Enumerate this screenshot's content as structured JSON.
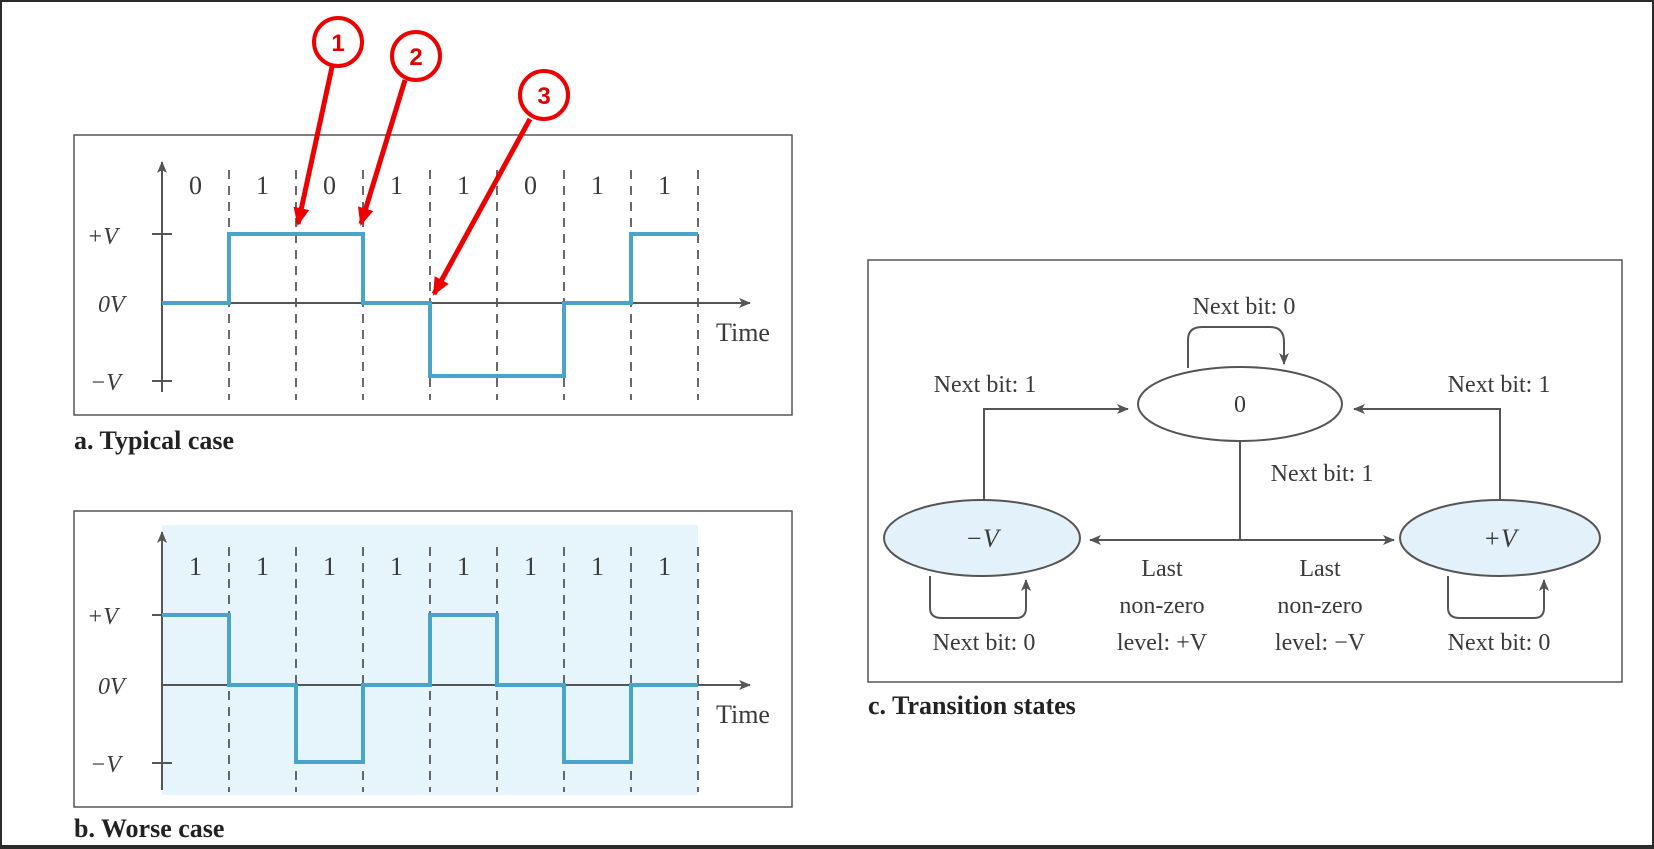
{
  "panel_a": {
    "bits": [
      "0",
      "1",
      "0",
      "1",
      "1",
      "0",
      "1",
      "1"
    ],
    "levels": [
      "0",
      "+",
      "+",
      "0",
      "-",
      "-",
      "0",
      "+"
    ],
    "caption": "a. Typical case"
  },
  "panel_b": {
    "bits": [
      "1",
      "1",
      "1",
      "1",
      "1",
      "1",
      "1",
      "1"
    ],
    "levels": [
      "+",
      "0",
      "-",
      "0",
      "+",
      "0",
      "-",
      "0"
    ],
    "caption": "b. Worse case"
  },
  "axis": {
    "pos_label": "+V",
    "zero_label": "0V",
    "neg_label": "−V",
    "time_label": "Time"
  },
  "annotations": [
    "1",
    "2",
    "3"
  ],
  "panel_c": {
    "caption": "c. Transition states",
    "state_zero": "0",
    "state_neg": "−V",
    "state_pos": "+V",
    "self_zero": "Next bit: 0",
    "neg_to_zero": "Next bit: 1",
    "pos_to_zero": "Next bit: 1",
    "zero_out": "Next bit: 1",
    "self_neg": "Next bit: 0",
    "self_pos": "Next bit: 0",
    "last_left": [
      "Last",
      "non-zero",
      "level: +V"
    ],
    "last_right": [
      "Last",
      "non-zero",
      "level: −V"
    ]
  },
  "colors": {
    "signal": "#4aa3c8",
    "annotation": "#ee0000",
    "fill": "#e6f5fb"
  }
}
